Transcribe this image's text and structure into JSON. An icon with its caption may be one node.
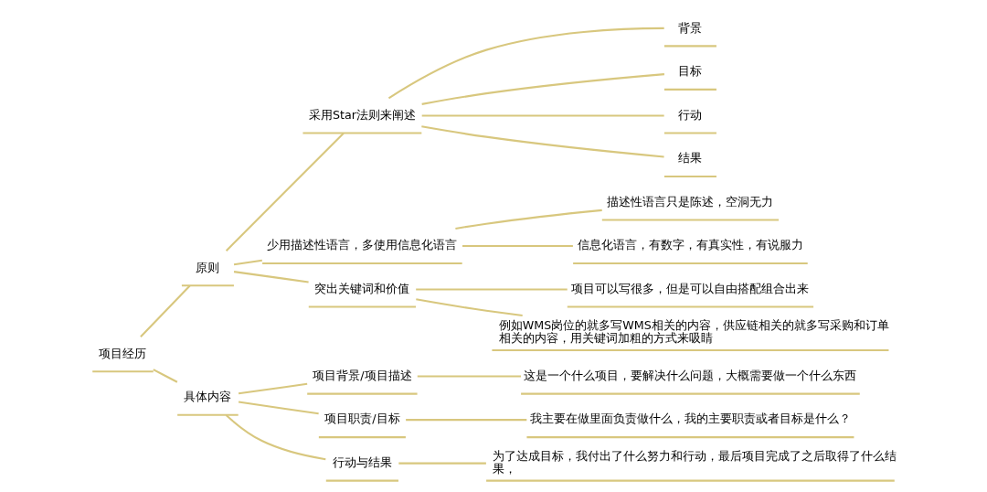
{
  "diagram": {
    "nodes": [
      {
        "text": [
          "项目经历"
        ]
      },
      {
        "text": [
          "原则"
        ]
      },
      {
        "text": [
          "采用Star法则来阐述"
        ]
      },
      {
        "text": [
          "背景"
        ]
      },
      {
        "text": [
          "目标"
        ]
      },
      {
        "text": [
          "行动"
        ]
      },
      {
        "text": [
          "结果"
        ]
      },
      {
        "text": [
          "少用描述性语言，多使用信息化语言"
        ]
      },
      {
        "text": [
          "描述性语言只是陈述，空洞无力"
        ]
      },
      {
        "text": [
          "信息化语言，有数字，有真实性，有说服力"
        ]
      },
      {
        "text": [
          "突出关键词和价值"
        ]
      },
      {
        "text": [
          "项目可以写很多，但是可以自由搭配组合出来"
        ]
      },
      {
        "text": [
          "例如WMS岗位的就多写WMS相关的内容，供应链相关的就多写采购和订单相关的内容，用关键词加粗的方式来吸睛"
        ]
      },
      {
        "text": [
          "具体内容"
        ]
      },
      {
        "text": [
          "项目背景/项目描述"
        ]
      },
      {
        "text": [
          "这是一个什么项目，要解决什么问题，大概需要做一个什么东西"
        ]
      },
      {
        "text": [
          "项目职责/目标"
        ]
      },
      {
        "text": [
          "我主要在做里面负责做什么，我的主要职责或者目标是什么？"
        ]
      },
      {
        "text": [
          "行动与结果"
        ]
      },
      {
        "text": [
          "为了达成目标，我付出了什么努力和行动，最后项目完成了之后取得了什么结果，"
        ]
      }
    ],
    "edges": [
      {
        "from": 0,
        "to": 1,
        "arrow": "none"
      },
      {
        "from": 1,
        "to": 2,
        "arrow": "none"
      },
      {
        "from": 2,
        "to": 3,
        "arrow": "none"
      },
      {
        "from": 2,
        "to": 4,
        "arrow": "none"
      },
      {
        "from": 2,
        "to": 5,
        "arrow": "none"
      },
      {
        "from": 2,
        "to": 6,
        "arrow": "none"
      },
      {
        "from": 1,
        "to": 7,
        "arrow": "none"
      },
      {
        "from": 7,
        "to": 8,
        "arrow": "none"
      },
      {
        "from": 7,
        "to": 9,
        "arrow": "none"
      },
      {
        "from": 1,
        "to": 10,
        "arrow": "none"
      },
      {
        "from": 10,
        "to": 11,
        "arrow": "none"
      },
      {
        "from": 10,
        "to": 12,
        "arrow": "none"
      },
      {
        "from": 0,
        "to": 13,
        "arrow": "none"
      },
      {
        "from": 13,
        "to": 14,
        "arrow": "none"
      },
      {
        "from": 14,
        "to": 15,
        "arrow": "none"
      },
      {
        "from": 13,
        "to": 16,
        "arrow": "none"
      },
      {
        "from": 16,
        "to": 17,
        "arrow": "none"
      },
      {
        "from": 13,
        "to": 18,
        "arrow": "none"
      },
      {
        "from": 18,
        "to": 19,
        "arrow": "none"
      }
    ]
  }
}
